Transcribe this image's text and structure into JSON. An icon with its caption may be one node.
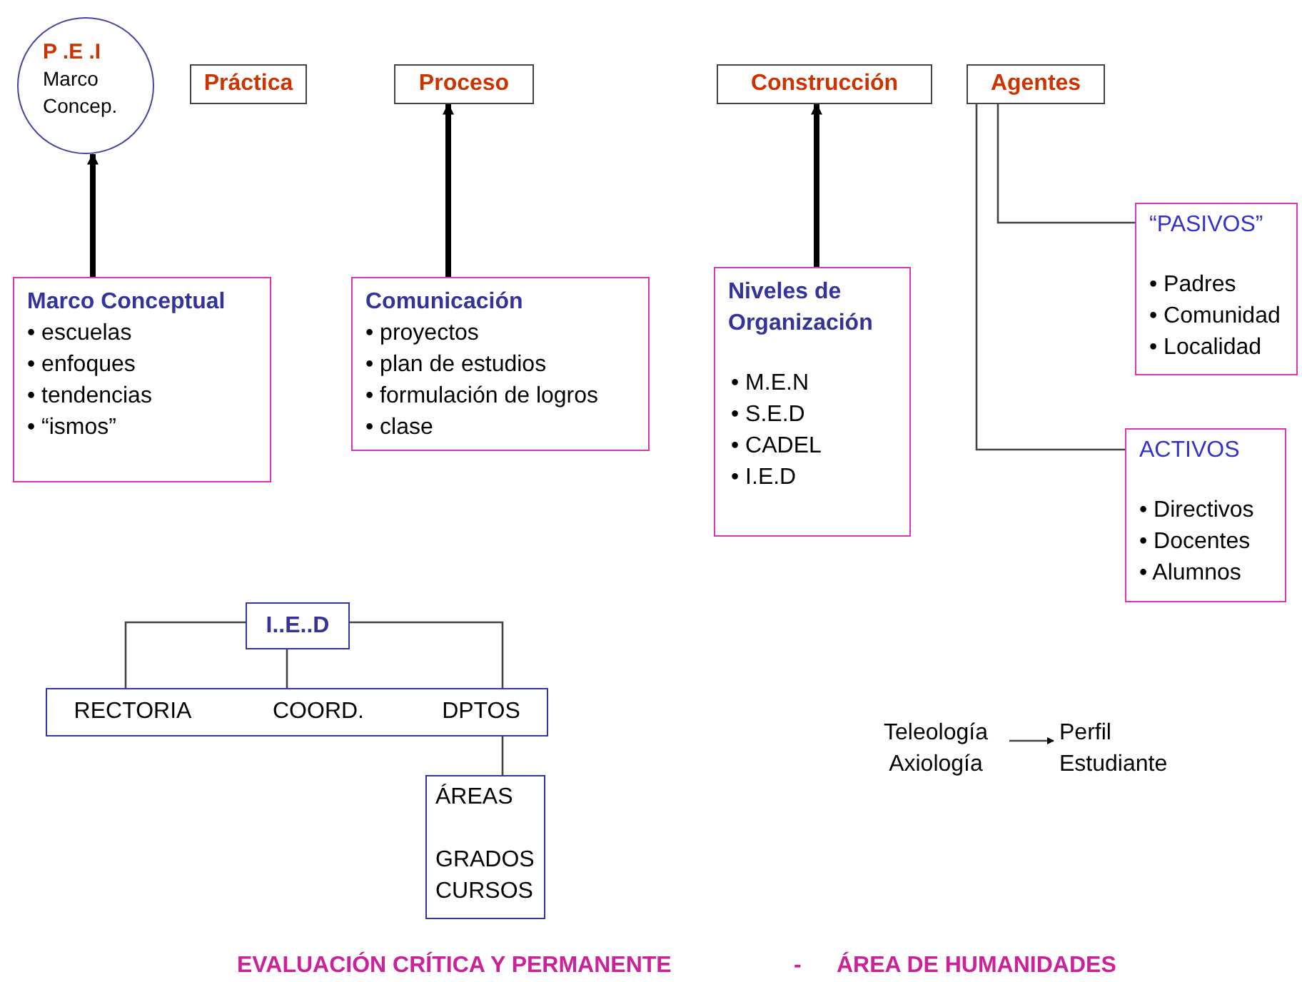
{
  "diagram": {
    "nodes": [
      {
        "text": [
          "P .E .I",
          "Marco Concep."
        ]
      },
      {
        "text": [
          "Práctica"
        ]
      },
      {
        "text": [
          "Proceso"
        ]
      },
      {
        "text": [
          "Construcción"
        ]
      },
      {
        "text": [
          "Agentes"
        ]
      },
      {
        "text": [
          "Marco Conceptual",
          "• escuelas",
          "• enfoques",
          "• tendencias",
          "• “ismos”"
        ]
      },
      {
        "text": [
          "Comunicación",
          "• proyectos",
          "• plan de estudios",
          "• formulación de logros",
          "• clase"
        ]
      },
      {
        "text": [
          "Niveles de Organización",
          "• M.E.N",
          "• S.E.D",
          "• CADEL",
          "• I.E.D"
        ]
      },
      {
        "text": [
          "“PASIVOS”",
          "• Padres",
          "• Comunidad",
          "• Localidad"
        ]
      },
      {
        "text": [
          "ACTIVOS",
          "• Directivos",
          "• Docentes",
          "• Alumnos"
        ]
      },
      {
        "text": [
          "I..E..D"
        ]
      },
      {
        "text": [],
        "shape": "box"
      },
      {
        "text": [
          "RECTORIA"
        ],
        "in": 11
      },
      {
        "text": [
          "COORD."
        ],
        "in": 11
      },
      {
        "text": [
          "DPTOS"
        ],
        "in": 11
      },
      {
        "text": [
          "ÁREAS",
          "GRADOS CURSOS"
        ]
      },
      {
        "text": [
          "Teleología Axiología"
        ]
      },
      {
        "text": [
          "Perfil Estudiante"
        ]
      }
    ],
    "edges": [
      {
        "from": 5,
        "to": 0,
        "arrow": "to",
        "style": "thick"
      },
      {
        "from": 6,
        "to": 2,
        "arrow": "to",
        "style": "thick"
      },
      {
        "from": 7,
        "to": 3,
        "arrow": "to",
        "style": "thick"
      },
      {
        "from": 4,
        "to": 8,
        "arrow": "none"
      },
      {
        "from": 4,
        "to": 9,
        "arrow": "none"
      },
      {
        "from": 10,
        "to": 12,
        "arrow": "none"
      },
      {
        "from": 10,
        "to": 13,
        "arrow": "none"
      },
      {
        "from": 10,
        "to": 14,
        "arrow": "none"
      },
      {
        "from": 14,
        "to": 15,
        "arrow": "none"
      },
      {
        "from": 16,
        "to": 17,
        "arrow": "to"
      }
    ],
    "labels": [
      "EVALUACIÓN CRÍTICA Y PERMANENTE",
      "-",
      "ÁREA DE HUMANIDADES"
    ]
  }
}
